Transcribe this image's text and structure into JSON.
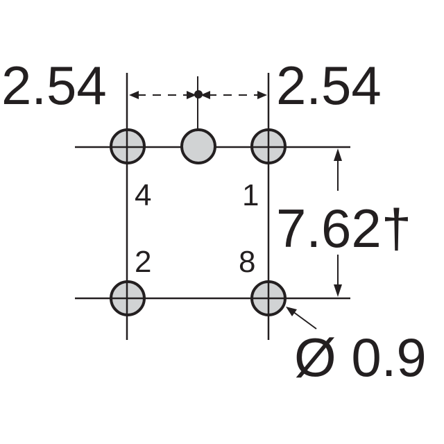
{
  "dimensions": {
    "pitch_left": "2.54",
    "pitch_right": "2.54",
    "row_spacing": "7.62†",
    "hole_diameter": "Ø 0.9"
  },
  "pins": {
    "top_left": "4",
    "top_right": "1",
    "bottom_left": "2",
    "bottom_right": "8"
  },
  "colors": {
    "pad_fill": "#d1d3d4",
    "ink": "#231f20"
  }
}
